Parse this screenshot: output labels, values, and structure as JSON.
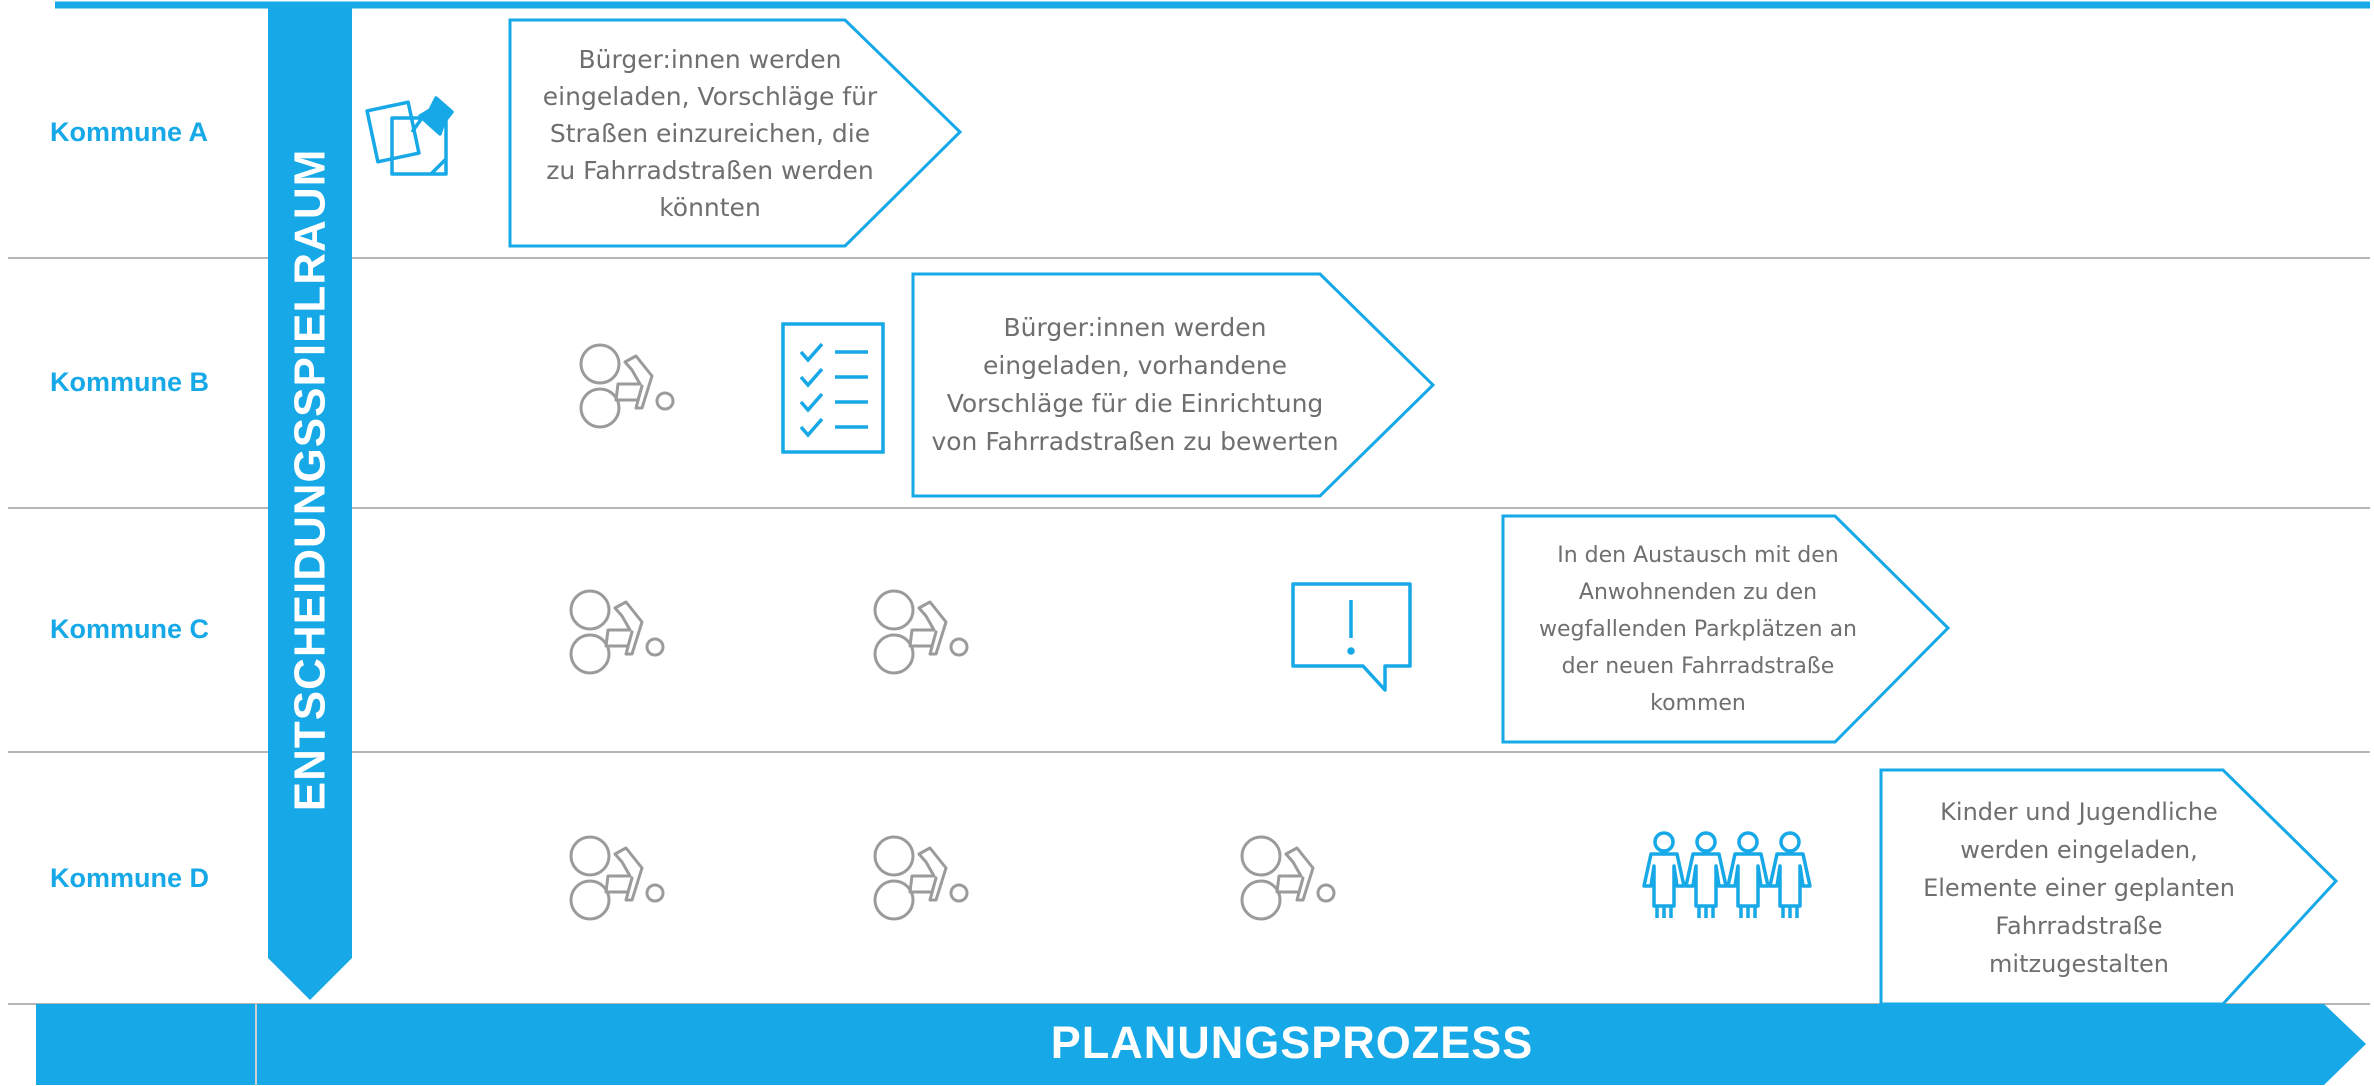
{
  "colors": {
    "accent": "#16a8e7",
    "divider": "#b5b5b5",
    "icon_gray": "#9b9b9b",
    "text_gray": "#6f6f6f"
  },
  "vertical_axis_label": "ENTSCHEIDUNGSSPIELRAUM",
  "horizontal_axis_label": "PLANUNGSPROZESS",
  "rows": [
    {
      "label": "Kommune A",
      "icons": [
        "sticky-notes-pin-icon"
      ],
      "callout": [
        "Bürger:innen werden",
        "eingeladen, Vorschläge für",
        "Straßen einzureichen, die",
        "zu Fahrradstraßen werden",
        "könnten"
      ]
    },
    {
      "label": "Kommune B",
      "icons": [
        "cyclist-icon",
        "checklist-icon"
      ],
      "callout": [
        "Bürger:innen werden",
        "eingeladen, vorhandene",
        "Vorschläge für die Einrichtung",
        "von Fahrradstraßen zu bewerten"
      ]
    },
    {
      "label": "Kommune C",
      "icons": [
        "cyclist-icon",
        "cyclist-icon",
        "speech-bubble-exclamation-icon"
      ],
      "callout": [
        "In den Austausch mit den",
        "Anwohnenden zu den",
        "wegfallenden Parkplätzen an",
        "der neuen Fahrradstraße",
        "kommen"
      ]
    },
    {
      "label": "Kommune D",
      "icons": [
        "cyclist-icon",
        "cyclist-icon",
        "cyclist-icon",
        "children-group-icon"
      ],
      "callout": [
        "Kinder und Jugendliche",
        "werden eingeladen,",
        "Elemente einer geplanten",
        "Fahrradstraße",
        "mitzugestalten"
      ]
    }
  ]
}
